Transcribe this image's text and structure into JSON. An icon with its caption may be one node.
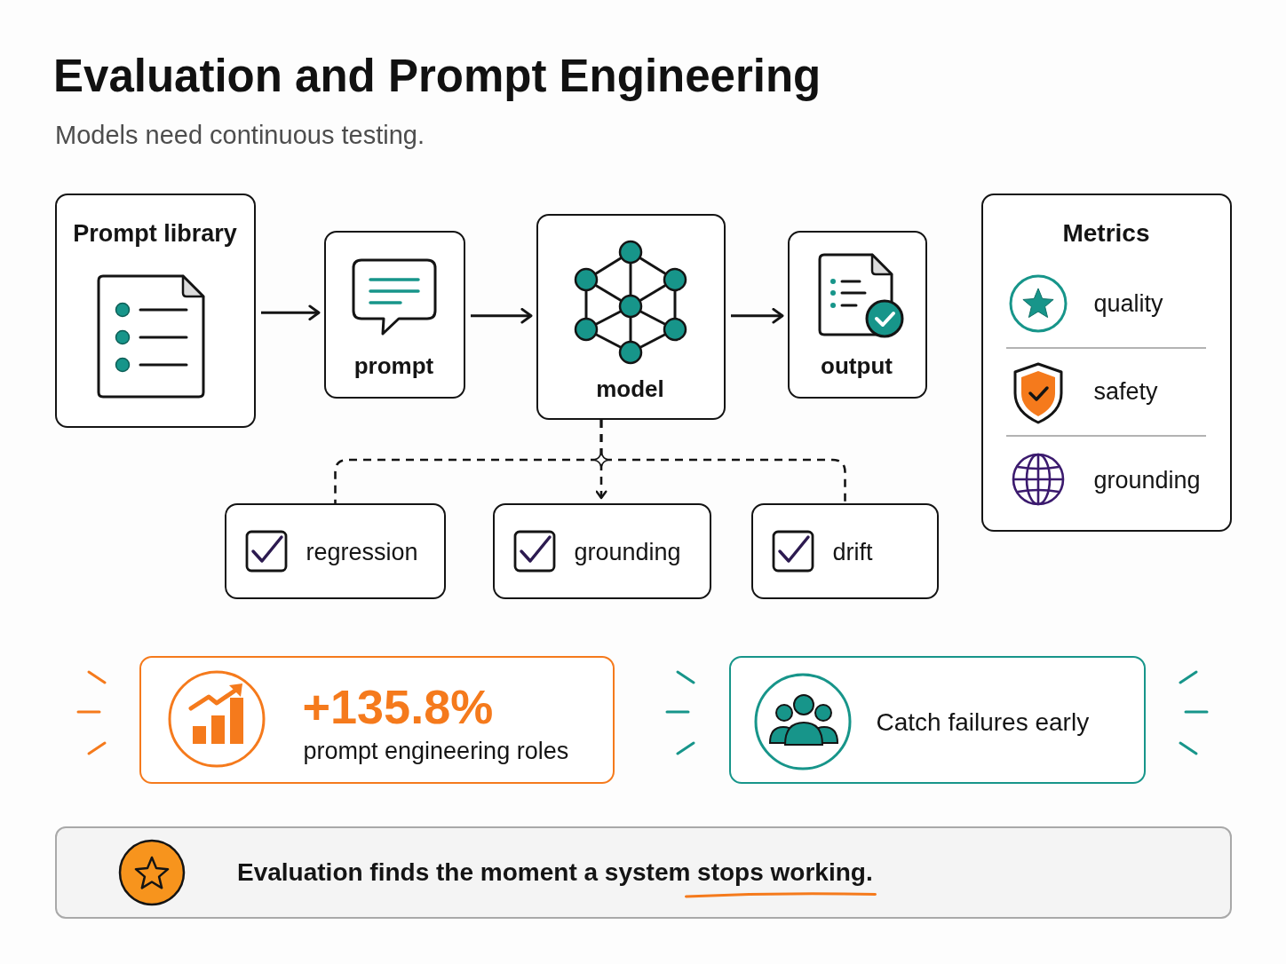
{
  "diagram": {
    "title": "Evaluation and Prompt Engineering",
    "nodes": [
      {
        "text": [
          "Prompt library"
        ]
      },
      {
        "text": [
          "prompt"
        ]
      },
      {
        "text": [
          "model"
        ]
      },
      {
        "text": [
          "output"
        ]
      },
      {
        "text": [
          "Metrics",
          "quality",
          "safety",
          "grounding"
        ]
      },
      {
        "text": [
          "regression"
        ]
      },
      {
        "text": [
          "grounding"
        ]
      },
      {
        "text": [
          "drift"
        ]
      },
      {
        "text": [
          "+135.8%",
          "prompt engineering roles"
        ]
      },
      {
        "text": [
          "Catch failures early"
        ]
      },
      {
        "text": [
          "Evaluation finds the moment a system stops working."
        ]
      }
    ],
    "edges": [
      {
        "from": 0,
        "to": 1,
        "arrow": "to"
      },
      {
        "from": 1,
        "to": 2,
        "arrow": "to"
      },
      {
        "from": 2,
        "to": 3,
        "arrow": "to"
      },
      {
        "from": 2,
        "to": 5,
        "arrow": "none",
        "style": "dashed"
      },
      {
        "from": 2,
        "to": 6,
        "arrow": "to",
        "style": "dashed"
      },
      {
        "from": 2,
        "to": 7,
        "arrow": "none",
        "style": "dashed"
      }
    ],
    "labels": [
      "Models need continuous testing."
    ]
  }
}
